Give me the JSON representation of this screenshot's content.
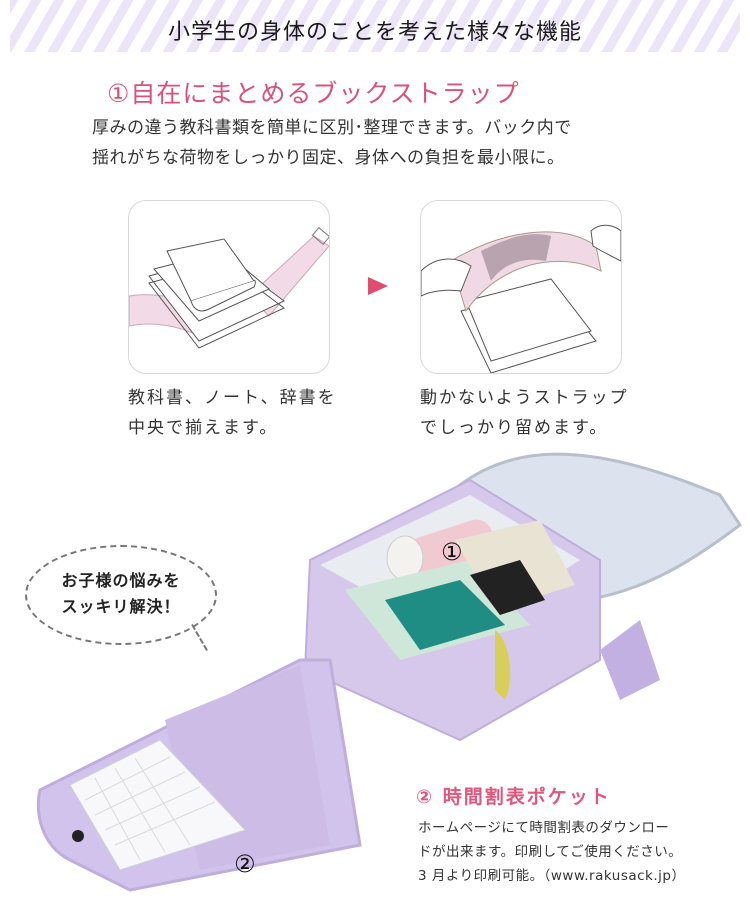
{
  "header": {
    "title": "小学生の身体のことを考えた様々な機能",
    "band_color": "#ece4f7"
  },
  "section1": {
    "title": "①自在にまとめるブックストラップ",
    "title_color": "#d9527a",
    "description": [
      "厚みの違う教科書類を簡単に区別･整理できます。バック内で",
      "揺れがちな荷物をしっかり固定、身体への負担を最小限に。"
    ],
    "steps": [
      {
        "caption": [
          "教科書、ノート、辞書を",
          "中央で揃えます。"
        ],
        "icon": "stacked-books-illustration"
      },
      {
        "caption": [
          "動かないようストラップ",
          "でしっかり留めます。"
        ],
        "icon": "strap-fastening-illustration"
      }
    ],
    "arrow_icon": "play-arrow-icon",
    "arrow_color": "#e04b6e"
  },
  "bubble": {
    "lines": [
      "お子様の悩みを",
      "スッキリ解決！"
    ]
  },
  "photo": {
    "marker1": "①",
    "marker2": "②",
    "bag_color": "#cdbde6"
  },
  "section2": {
    "title": "② 時間割表ポケット",
    "title_color": "#e0577d",
    "description": [
      "ホームページにて時間割表のダウンロー",
      "ドが出来ます。印刷してご使用ください。",
      "3 月より印刷可能。（www.rakusack.jp）"
    ]
  }
}
